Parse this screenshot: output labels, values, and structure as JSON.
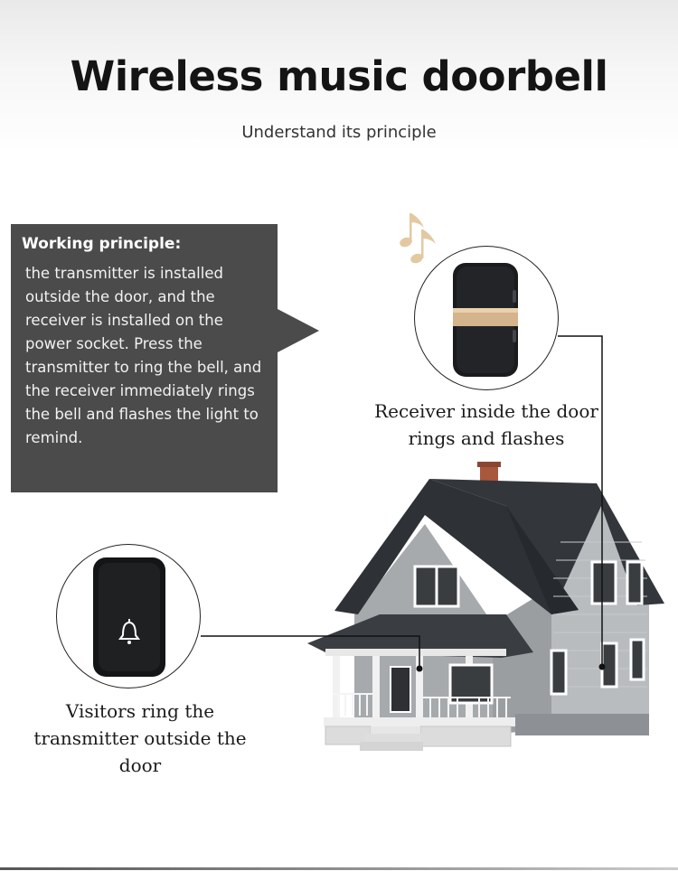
{
  "header": {
    "title": "Wireless music doorbell",
    "subtitle": "Understand its principle"
  },
  "principle": {
    "heading": "Working principle:",
    "body": "the transmitter is installed outside the door, and the receiver is installed on the power socket. Press the transmitter to ring the bell, and the receiver immediately rings the bell and flashes the light to remind."
  },
  "receiver": {
    "caption_line1": "Receiver inside the door",
    "caption_line2": "rings and flashes"
  },
  "transmitter": {
    "caption_line1": "Visitors ring the",
    "caption_line2": "transmitter outside the",
    "caption_line3": "door"
  },
  "colors": {
    "box": "#4b4b4b",
    "receiver_band": "#d4b48c",
    "music_note": "#e3c9a2",
    "roof": "#2e3136",
    "siding": "#aeb1b4"
  },
  "icons": [
    "music-note-icon",
    "bell-icon"
  ]
}
